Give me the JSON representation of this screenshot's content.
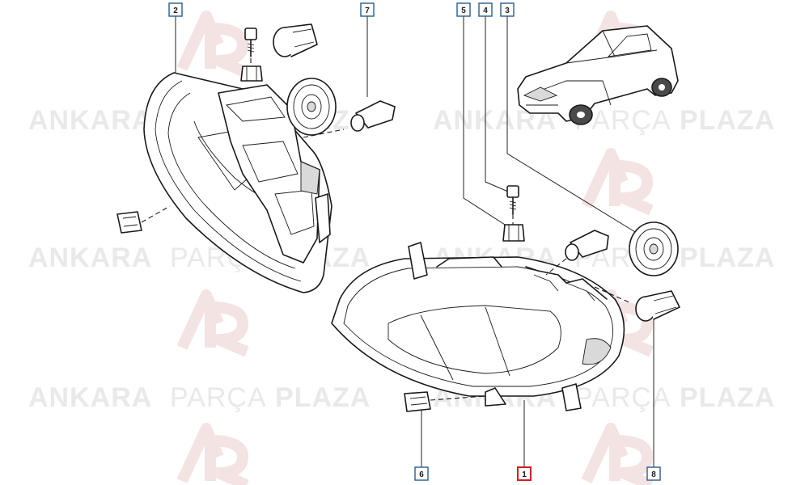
{
  "watermark": {
    "brand_bold_1": "ANKARA",
    "brand_light": "PARÇA",
    "brand_bold_2": "PLAZA",
    "logo_color": "#f4e3e3",
    "text_color": "#e9e9e9"
  },
  "callouts": [
    {
      "id": "1",
      "label": "1",
      "highlighted": true
    },
    {
      "id": "2",
      "label": "2",
      "highlighted": false
    },
    {
      "id": "3",
      "label": "3",
      "highlighted": false
    },
    {
      "id": "4",
      "label": "4",
      "highlighted": false
    },
    {
      "id": "5",
      "label": "5",
      "highlighted": false
    },
    {
      "id": "6",
      "label": "6",
      "highlighted": false
    },
    {
      "id": "7",
      "label": "7",
      "highlighted": false
    },
    {
      "id": "8",
      "label": "8",
      "highlighted": false
    }
  ],
  "colors": {
    "callout_border": "#2b5c8c",
    "callout_highlight": "#d11f2a",
    "line": "#1a1a1a"
  },
  "icons": {
    "headlamp_left": "headlamp-assembly-icon",
    "headlamp_right": "headlamp-assembly-icon",
    "car": "hatchback-car-icon",
    "bulb_socket": "bulb-socket-icon",
    "dust_cap": "dust-cap-icon",
    "bolt": "bolt-icon",
    "clip_nut": "clip-nut-icon"
  }
}
